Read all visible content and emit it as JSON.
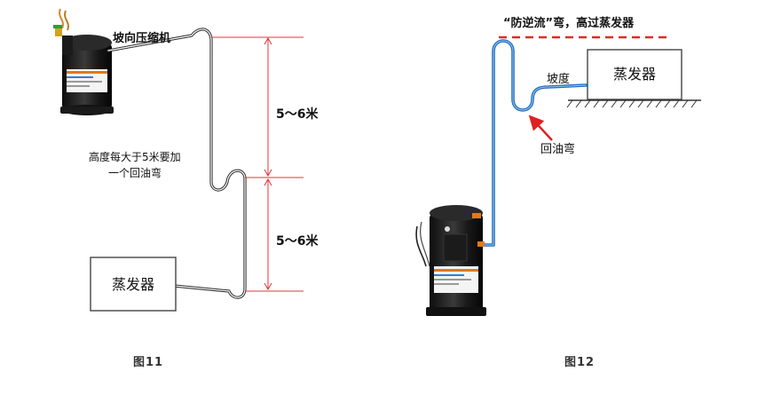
{
  "fig11": {
    "caption": "图11",
    "compressor_label": "坡向压缩机",
    "evaporator_label": "蒸发器",
    "dimension_top": "5～6米",
    "dimension_bottom": "5～6米",
    "note_line1": "高度每大于5米要加",
    "note_line2": "一个回油弯"
  },
  "fig12": {
    "caption": "图12",
    "top_label": "“防逆流”弯，高过蒸发器",
    "evaporator_label": "蒸发器",
    "slope_label": "坡度",
    "oil_trap_label": "回油弯"
  },
  "colors": {
    "pipe_dark": "#2b2b2b",
    "pipe_blue": "#1f6fc0",
    "dimension_red": "#e0343a",
    "dash_red": "#e02a2a",
    "arrow_red": "#e02020"
  }
}
